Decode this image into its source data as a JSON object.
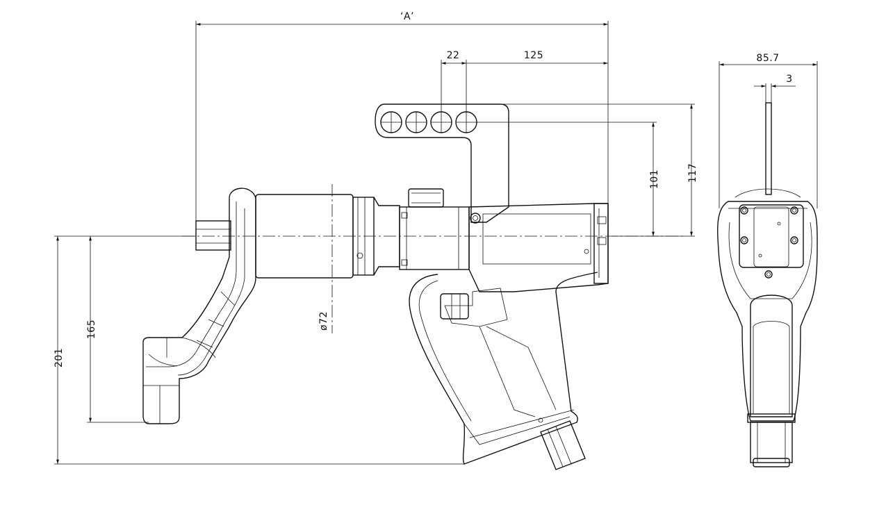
{
  "dimensions": {
    "overall_length": "‘A’",
    "hole_pitch": "22",
    "reaction_arm_offset": "125",
    "side_width": "85.7",
    "plate_thickness": "3",
    "hole_height_inner": "101",
    "hole_height_outer": "117",
    "body_diameter": "ø72",
    "arm_drop": "165",
    "overall_height": "201"
  }
}
